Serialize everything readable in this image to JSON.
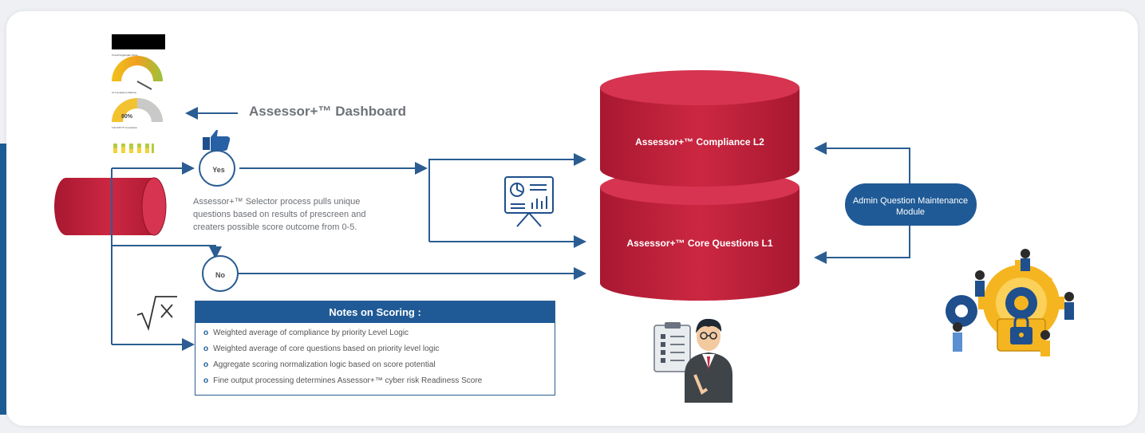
{
  "dashboard": {
    "label": "Assessor+™ Dashboard",
    "gauge1_title": "Overall Aggregate Score",
    "gauge2_title": "AI Compliance Maturity",
    "gauge2_value": "80%",
    "gauge3_title": "Full NIST PI Completion"
  },
  "flow": {
    "yes_label": "Yes",
    "no_label": "No",
    "selector_text": "Assessor+™ Selector process pulls unique questions based on results of prescreen and creaters possible score outcome from 0-5."
  },
  "databases": {
    "compliance_label": "Assessor+™ Compliance L2",
    "core_label": "Assessor+™ Core Questions L1"
  },
  "admin": {
    "label": "Admin Question Maintenance Module"
  },
  "notes": {
    "title": "Notes on Scoring :",
    "items": [
      "Weighted average of compliance by priority Level Logic",
      "Weighted average of core questions based on priority level logic",
      "Aggregate scoring normalization logic based on score potential",
      "Fine output processing determines Assessor+™ cyber risk Readiness Score"
    ]
  },
  "colors": {
    "database_red": "#c8243e",
    "line_blue": "#2b5d92",
    "pill_blue": "#1f5a96",
    "text_gray": "#6f7378"
  },
  "icons": {
    "thumbs_up": "thumbs-up-icon",
    "square_root": "square-root-icon",
    "presentation": "presentation-board-icon",
    "businessman": "businessman-checklist-icon",
    "team_gears": "team-gears-lock-icon"
  }
}
